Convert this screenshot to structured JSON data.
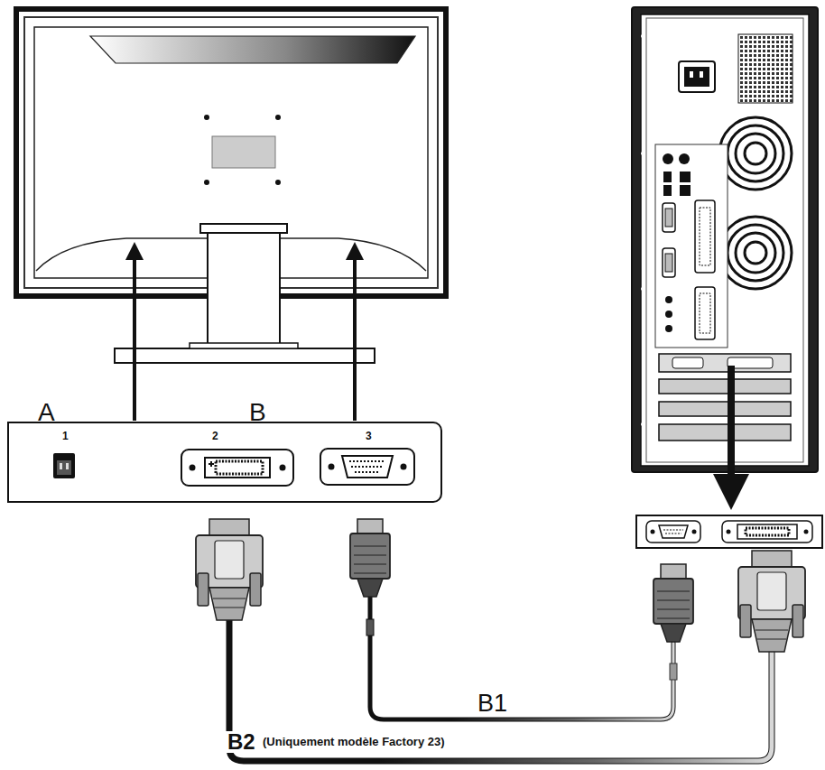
{
  "diagram": {
    "nodes": [
      {
        "text": [
          "A",
          "B",
          "1",
          "2",
          "3"
        ]
      }
    ],
    "labels": [
      "B1",
      "B2",
      "(Uniquement modèle Factory 23)"
    ]
  }
}
